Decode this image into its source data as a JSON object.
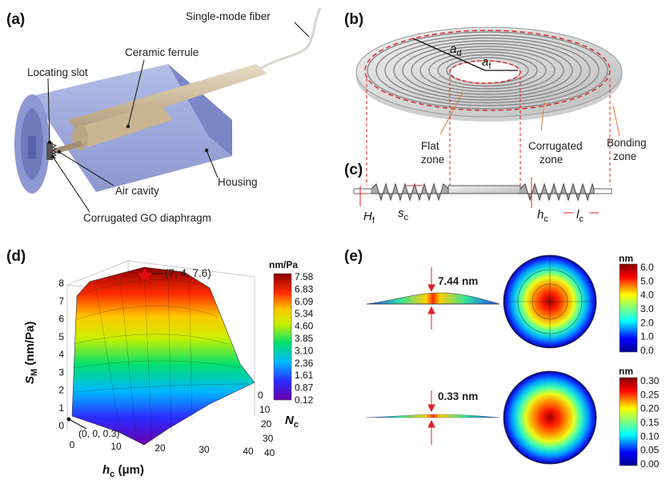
{
  "panels": {
    "a": {
      "label": "(a)",
      "callouts": {
        "fiber": "Single-mode fiber",
        "ferrule": "Ceramic ferrule",
        "slot": "Locating slot",
        "housing": "Housing",
        "cavity": "Air cavity",
        "diaphragm": "Corrugated GO diaphragm"
      }
    },
    "b": {
      "label": "(b)",
      "ad_main": "a",
      "ad_sub": "d",
      "af_main": "a",
      "af_sub": "f",
      "zones": {
        "flat_1": "Flat",
        "flat_2": "zone",
        "corr_1": "Corrugated",
        "corr_2": "zone",
        "bond_1": "Bonding",
        "bond_2": "zone"
      }
    },
    "c": {
      "label": "(c)",
      "Hf_main": "H",
      "Hf_sub": "f",
      "sc_main": "s",
      "sc_sub": "c",
      "hc_main": "h",
      "hc_sub": "c",
      "lc_main": "l",
      "lc_sub": "c"
    },
    "d": {
      "label": "(d)",
      "peak_annotation": "(7, 4, 7.6)",
      "origin_annotation": "(0, 0, 0.3)",
      "zlabel_main": "S",
      "zlabel_sub": "M",
      "zlabel_unit": " (nm/Pa)",
      "xlabel_main": "h",
      "xlabel_sub": "c",
      "xlabel_unit": " (μm)",
      "ylabel_main": "N",
      "ylabel_sub": "c",
      "colorbar_unit": "nm/Pa"
    },
    "e": {
      "label": "(e)",
      "top_value": "7.44 nm",
      "bottom_value": "0.33 nm",
      "top_unit": "nm",
      "bottom_unit": "nm"
    }
  },
  "chart_data": {
    "type": "surface",
    "z_ticks": [
      "0",
      "1",
      "2",
      "3",
      "4",
      "5",
      "6",
      "7",
      "8"
    ],
    "x_ticks": [
      "0",
      "10",
      "20",
      "30",
      "40"
    ],
    "y_ticks": [
      "0",
      "10",
      "20",
      "30",
      "40"
    ],
    "zlim": [
      0,
      8
    ],
    "xlim": [
      0,
      45
    ],
    "ylim": [
      0,
      40
    ],
    "peak": {
      "x": 7,
      "y": 4,
      "z": 7.6
    },
    "origin": {
      "x": 0,
      "y": 0,
      "z": 0.3
    },
    "colorbar_ticks": [
      "7.58",
      "6.83",
      "6.09",
      "5.34",
      "4.60",
      "3.85",
      "3.10",
      "2.36",
      "1.61",
      "0.87",
      "0.12"
    ]
  },
  "colorbar_top": {
    "ticks": [
      "6.0",
      "5.0",
      "4.0",
      "3.0",
      "2.0",
      "1.0",
      "0.0"
    ]
  },
  "colorbar_bottom": {
    "ticks": [
      "0.30",
      "0.25",
      "0.20",
      "0.15",
      "0.10",
      "0.05",
      "0.00"
    ]
  }
}
